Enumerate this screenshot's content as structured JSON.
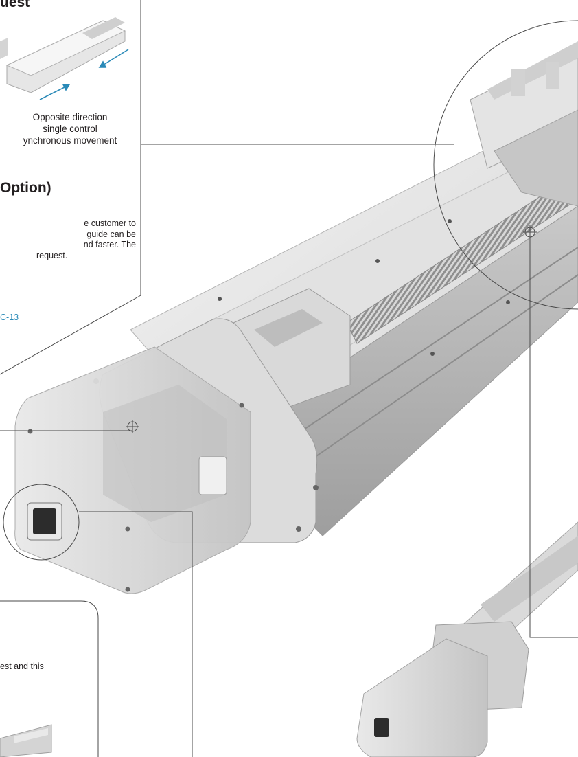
{
  "top_panel": {
    "heading_fragment": "uest",
    "caption_lines": [
      "Opposite direction",
      "single control",
      "ynchronous movement"
    ],
    "option_heading": "Option)",
    "body_lines": [
      "e customer to",
      "guide can be",
      "nd faster. The",
      "request."
    ],
    "page_ref": "C-13"
  },
  "bottom_panel": {
    "body_fragment": "est and this"
  },
  "colors": {
    "accent_blue": "#2a8ab8",
    "text": "#231f20",
    "line": "#4a4a4a"
  }
}
